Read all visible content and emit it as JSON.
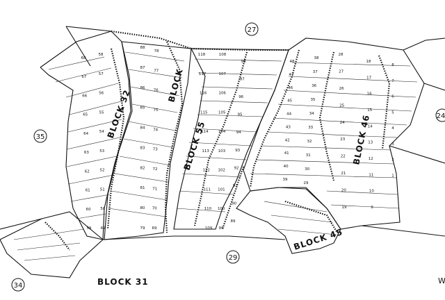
{
  "map": {
    "block_labels": [
      {
        "text": "BLOCK 32"
      },
      {
        "text": "BLOCK"
      },
      {
        "text": "BLOCK 55"
      },
      {
        "text": "BLOCK 46"
      },
      {
        "text": "BLOCK 45"
      },
      {
        "text": "BLOCK 31"
      }
    ],
    "circled_numbers": [
      "27",
      "35",
      "24",
      "29",
      "34"
    ],
    "edge_letter": "W",
    "lot_numbers": [
      "118",
      "117",
      "116",
      "115",
      "114",
      "113",
      "112",
      "111",
      "110",
      "109",
      "108",
      "107",
      "106",
      "105",
      "104",
      "103",
      "102",
      "101",
      "100",
      "99",
      "98",
      "97",
      "96",
      "95",
      "94",
      "93",
      "92",
      "91",
      "90",
      "89",
      "88",
      "87",
      "86",
      "85",
      "84",
      "83",
      "82",
      "81",
      "80",
      "79",
      "78",
      "77",
      "76",
      "75",
      "74",
      "73",
      "72",
      "71",
      "70",
      "69",
      "68",
      "67",
      "66",
      "65",
      "64",
      "63",
      "62",
      "61",
      "60",
      "59",
      "58",
      "57",
      "56",
      "55",
      "54",
      "53",
      "52",
      "51",
      "50",
      "49",
      "48",
      "47",
      "46",
      "45",
      "44",
      "43",
      "42",
      "41",
      "40",
      "39",
      "38",
      "37",
      "36",
      "35",
      "34",
      "33",
      "32",
      "31",
      "30",
      "29",
      "28",
      "27",
      "26",
      "25",
      "24",
      "23",
      "22",
      "21",
      "20",
      "19",
      "18",
      "17",
      "16",
      "15",
      "14",
      "13",
      "12",
      "11",
      "10",
      "9",
      "8",
      "7",
      "6",
      "5",
      "4",
      "3",
      "2",
      "1"
    ]
  }
}
